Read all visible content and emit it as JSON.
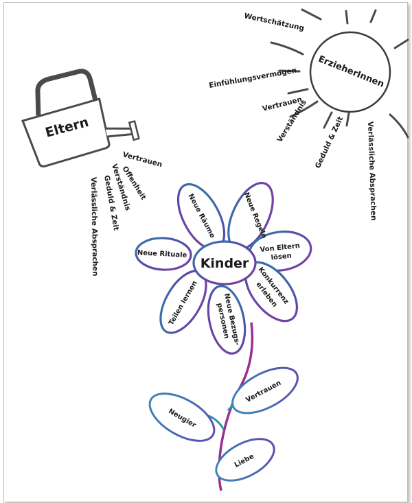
{
  "sun": {
    "label": "ErzieherInnen",
    "rays": [
      "Wertschätzung",
      "Einfühlungsvermögen",
      "Vertrauen",
      "Verständnis",
      "Geduld & Zeit",
      "Verlässliche Absprachen"
    ]
  },
  "watering_can": {
    "label": "Eltern",
    "water": [
      "Vertrauen",
      "Offenheit",
      "Verständnis",
      "Geduld & Zeit",
      "Verlässliche Absprachen"
    ]
  },
  "flower": {
    "center": "Kinder",
    "petals": {
      "neue_raeume": "Neue Räume",
      "neue_regeln": "Neue Regeln",
      "von_eltern": [
        "Von Eltern",
        "lösen"
      ],
      "konkurrenz": [
        "Konkurrenz",
        "erleben"
      ],
      "bezugspersonen": [
        "Neue Bezugs-",
        "personen"
      ],
      "teilen": "Teilen lernen",
      "rituale": "Neue Rituale"
    },
    "leaves": {
      "neugier": "Neugier",
      "vertrauen": "Vertrauen",
      "liebe": "Liebe"
    }
  },
  "colors": {
    "ink": "#2b2b2b",
    "sun_stroke": "#3a3a3a",
    "petal_a": "#2a7fa8",
    "petal_b": "#7b3fa0",
    "stem": "#9a2e8e",
    "leaf": "#2f8fb7"
  }
}
